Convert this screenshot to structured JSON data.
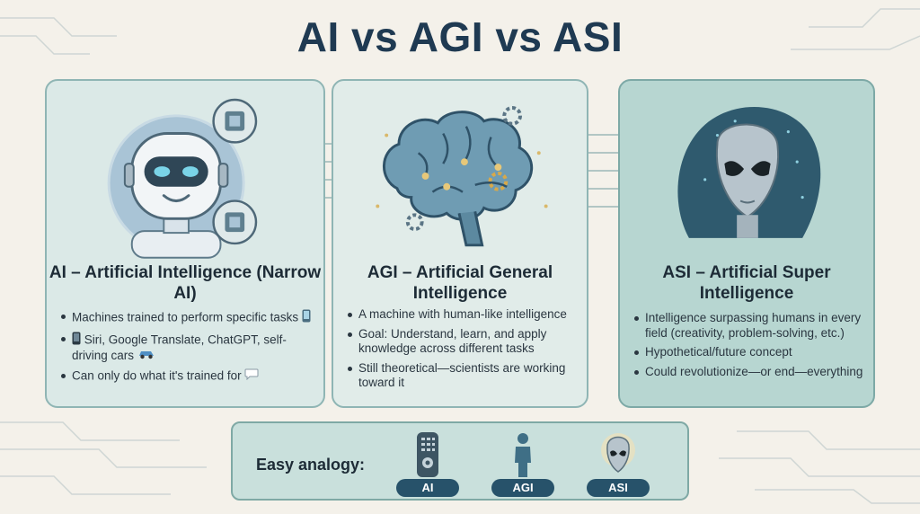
{
  "title": "AI vs AGI vs ASI",
  "cards": [
    {
      "heading": "AI – Artificial Intelligence (Narrow AI)",
      "bullets": [
        "Machines trained to perform specific tasks",
        "Siri, Google Translate, ChatGPT, self-driving cars",
        "Can only do what it's trained for"
      ],
      "illustration": "robot-icon"
    },
    {
      "heading": "AGI – Artificial General Intelligence",
      "bullets": [
        "A machine with human-like intelligence",
        "Goal: Understand, learn, and apply knowledge across different tasks",
        "Still theoretical—scientists are working toward it"
      ],
      "illustration": "brain-icon"
    },
    {
      "heading": "ASI – Artificial Super Intelligence",
      "bullets": [
        "Intelligence surpassing humans in every field (creativity, problem-solving, etc.)",
        "Hypothetical/future concept",
        "Could revolutionize—or end—everything"
      ],
      "illustration": "alien-icon"
    }
  ],
  "analogy": {
    "label": "Easy analogy:",
    "items": [
      {
        "icon": "remote-control-icon",
        "label": "AI"
      },
      {
        "icon": "person-icon",
        "label": "AGI"
      },
      {
        "icon": "alien-icon",
        "label": "ASI"
      }
    ]
  },
  "colors": {
    "title": "#1f3a52",
    "card_border": "#8fb5b4",
    "pill": "#27526a",
    "accent": "#3f6f86"
  }
}
